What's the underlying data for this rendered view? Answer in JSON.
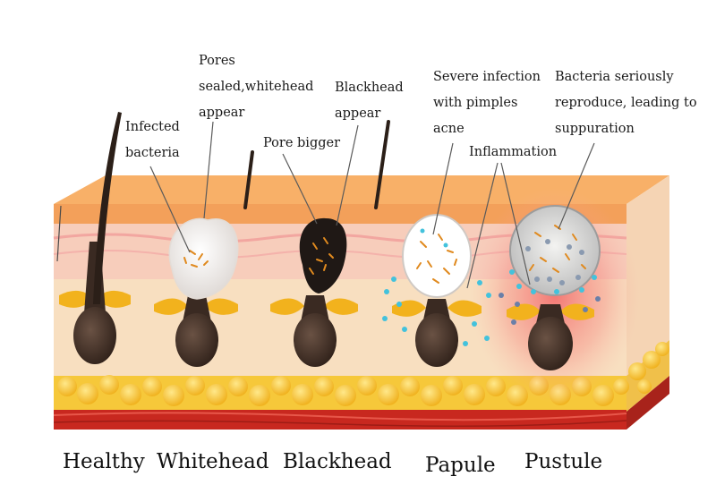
{
  "annotations": {
    "infected_bacteria": [
      "Infected",
      "bacteria"
    ],
    "pores_sealed": [
      "Pores",
      "sealed,whitehead",
      "appear"
    ],
    "pore_bigger": [
      "Pore bigger"
    ],
    "blackhead_appear": [
      "Blackhead",
      "appear"
    ],
    "severe_infection": [
      "Severe infection",
      "with pimples",
      "acne"
    ],
    "inflammation": [
      "Inflammation"
    ],
    "bacteria_reproduce": [
      "Bacteria seriously",
      "reproduce, leading to",
      "suppuration"
    ]
  },
  "stages": [
    "Healthy",
    "Whitehead",
    "Blackhead",
    "Papule",
    "Pustule"
  ],
  "colors": {
    "skin_top": "#f3a05a",
    "epidermis": "#f7cdbb",
    "dermis": "#f8dfc0",
    "fat": "#f6c83a",
    "muscle": "#c8281f",
    "follicle": "#3a2a22",
    "sebum": "#f2b21d",
    "whitehead": "#f6f4f1",
    "bacteria": "#e08a1f",
    "inflammation_dot": "#43c2dc"
  }
}
